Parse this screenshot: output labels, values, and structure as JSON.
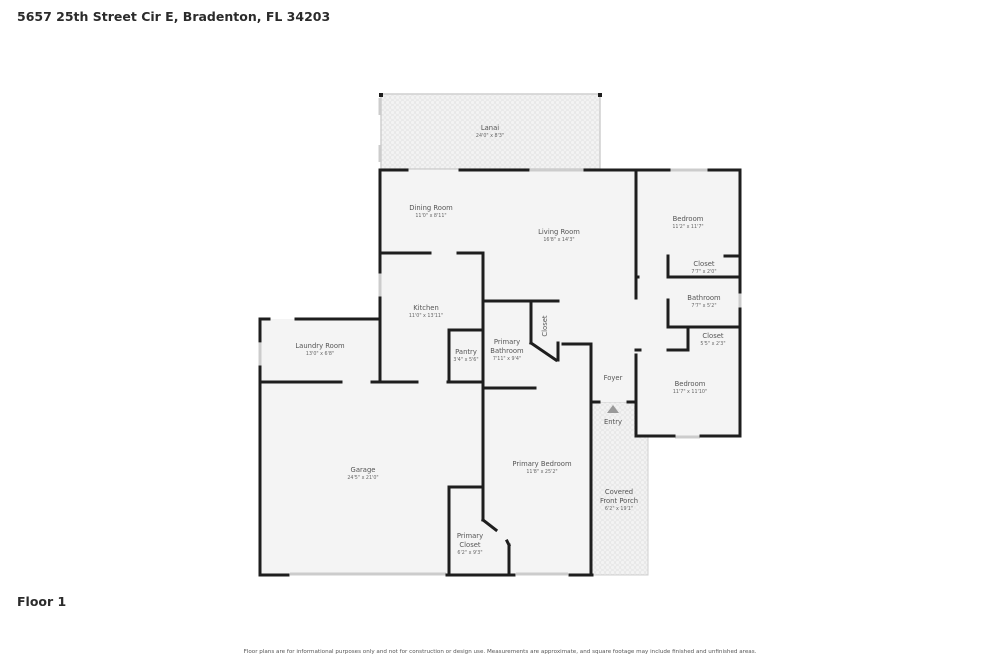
{
  "header": {
    "address": "5657 25th Street Cir E, Bradenton, FL 34203"
  },
  "floor": {
    "label": "Floor 1"
  },
  "footer": {
    "disclaimer": "Floor plans are for informational purposes only and not for construction or design use. Measurements are approximate, and square footage may include finished and unfinished areas."
  },
  "colors": {
    "wall": "#1e1e1e",
    "room_fill": "#f4f4f4",
    "outdoor_fill": "#f2f2f2",
    "outdoor_pattern": "#dcdcdc",
    "window": "#d0d0d0"
  },
  "rooms": {
    "lanai": {
      "name": "Lanai",
      "dims": "24'0\" x 8'3\""
    },
    "dining": {
      "name": "Dining Room",
      "dims": "11'0\" x 8'11\""
    },
    "living": {
      "name": "Living Room",
      "dims": "16'8\" x 14'3\""
    },
    "bedroom1": {
      "name": "Bedroom",
      "dims": "11'2\" x 11'7\""
    },
    "closet1": {
      "name": "Closet",
      "dims": "7'7\" x 2'0\""
    },
    "bathroom": {
      "name": "Bathroom",
      "dims": "7'7\" x 5'2\""
    },
    "closet2": {
      "name": "Closet",
      "dims": "5'5\" x 2'3\""
    },
    "bedroom2": {
      "name": "Bedroom",
      "dims": "11'7\" x 11'10\""
    },
    "kitchen": {
      "name": "Kitchen",
      "dims": "11'0\" x 13'11\""
    },
    "pantry": {
      "name": "Pantry",
      "dims": "3'4\" x 5'6\""
    },
    "primary_bath": {
      "name_line1": "Primary",
      "name_line2": "Bathroom",
      "dims": "7'11\" x 9'4\""
    },
    "closet3": {
      "name": "Closet"
    },
    "laundry": {
      "name": "Laundry Room",
      "dims": "13'0\" x 6'8\""
    },
    "foyer": {
      "name": "Foyer"
    },
    "entry": {
      "name": "Entry"
    },
    "garage": {
      "name": "Garage",
      "dims": "24'5\" x 21'0\""
    },
    "primary_bedroom": {
      "name": "Primary Bedroom",
      "dims": "11'8\" x 25'2\""
    },
    "primary_closet": {
      "name_line1": "Primary",
      "name_line2": "Closet",
      "dims": "6'2\" x 9'3\""
    },
    "porch": {
      "name_line1": "Covered",
      "name_line2": "Front Porch",
      "dims": "6'2\" x 19'1\""
    }
  }
}
